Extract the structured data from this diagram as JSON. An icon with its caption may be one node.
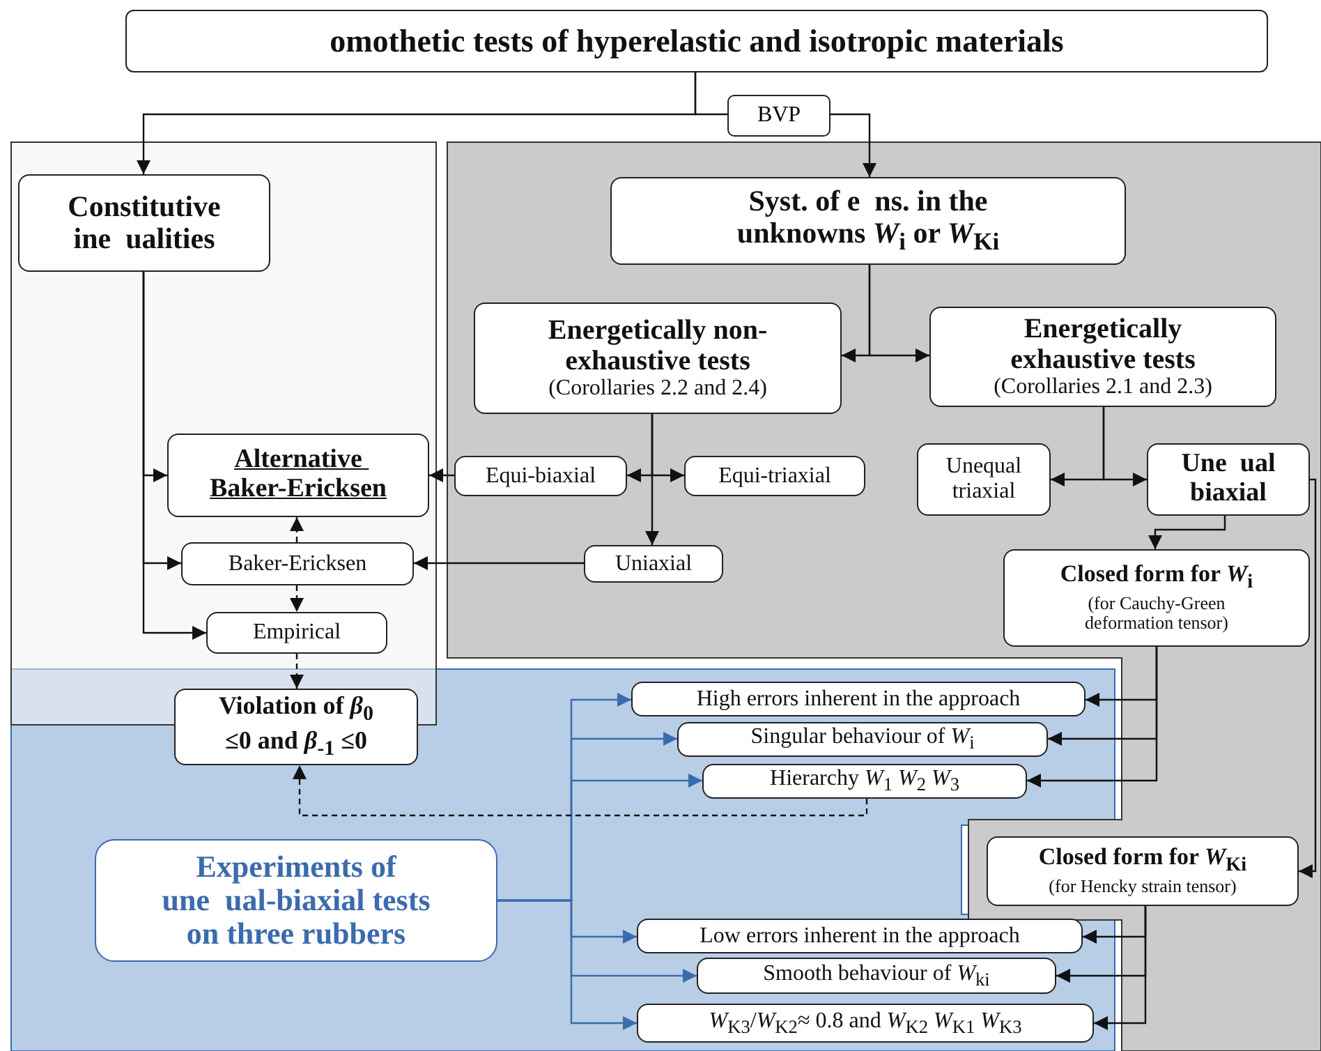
{
  "diagram": {
    "nodes": [
      {
        "text": [
          "omothetic tests of hyperelastic and isotropic materials"
        ]
      },
      {
        "text": [
          "Constitutive ine  ualities"
        ]
      },
      {
        "text": [
          "Syst. of e  ns. in the unknowns *W*$_{i}$ or *W*$_{Ki}$"
        ]
      },
      {
        "text": [
          "Energetically non-exhaustive tests",
          "(Corollaries 2.2 and 2.4)"
        ]
      },
      {
        "text": [
          "Energetically exhaustive tests",
          "(Corollaries 2.1 and 2.3)"
        ]
      },
      {
        "text": [
          "Alternative Baker-Ericksen"
        ]
      },
      {
        "text": [
          "Equi-biaxial"
        ]
      },
      {
        "text": [
          "Equi-triaxial"
        ]
      },
      {
        "text": [
          "Unequal triaxial"
        ]
      },
      {
        "text": [
          "Une  ual biaxial"
        ]
      },
      {
        "text": [
          "Baker-Ericksen"
        ]
      },
      {
        "text": [
          "Uniaxial"
        ]
      },
      {
        "text": [
          "Closed form for *W*$_{i}$",
          "(for Cauchy-Green deformation tensor)"
        ]
      },
      {
        "text": [
          "Empirical"
        ]
      },
      {
        "text": [
          "Violation of *β*$_{0}$ ≤0 and *β*$_{-1}$ ≤0"
        ]
      },
      {
        "text": [
          "High errors inherent in the approach"
        ]
      },
      {
        "text": [
          "Singular behaviour of *W*$_{i}$"
        ]
      },
      {
        "text": [
          "Hierarchy *W*$_{1}$ *W*$_{2}$ *W*$_{3}$"
        ]
      },
      {
        "text": [
          "Experiments of une  ual-biaxial tests on three rubbers"
        ]
      },
      {
        "text": [
          "Closed form for *W*$_{Ki}$",
          "(for Hencky strain tensor)"
        ]
      },
      {
        "text": [
          "Low errors inherent in the approach"
        ]
      },
      {
        "text": [
          "Smooth behaviour of *W*$_{ki}$"
        ]
      },
      {
        "text": [
          "*W*$_{K3}$/*W*$_{K2}$≈ 0.8 and *W*$_{K2}$ *W*$_{K1}$ *W*$_{K3}$"
        ]
      }
    ],
    "edges": [
      {
        "from": 0,
        "to": 1,
        "arrow": "to"
      },
      {
        "from": 0,
        "to": 2,
        "arrow": "to",
        "label": "BVP"
      },
      {
        "from": 2,
        "to": 3,
        "arrow": "to"
      },
      {
        "from": 2,
        "to": 4,
        "arrow": "to"
      },
      {
        "from": 1,
        "to": 5,
        "arrow": "to"
      },
      {
        "from": 1,
        "to": 10,
        "arrow": "to"
      },
      {
        "from": 1,
        "to": 13,
        "arrow": "to"
      },
      {
        "from": 3,
        "to": 6,
        "arrow": "to"
      },
      {
        "from": 3,
        "to": 7,
        "arrow": "to"
      },
      {
        "from": 3,
        "to": 11,
        "arrow": "to"
      },
      {
        "from": 6,
        "to": 5,
        "arrow": "to"
      },
      {
        "from": 11,
        "to": 10,
        "arrow": "to"
      },
      {
        "from": 4,
        "to": 8,
        "arrow": "to"
      },
      {
        "from": 4,
        "to": 9,
        "arrow": "to"
      },
      {
        "from": 9,
        "to": 12,
        "arrow": "to"
      },
      {
        "from": 10,
        "to": 5,
        "arrow": "to",
        "style": "dashed"
      },
      {
        "from": 10,
        "to": 13,
        "arrow": "to",
        "style": "dashed"
      },
      {
        "from": 13,
        "to": 14,
        "arrow": "to",
        "style": "dashed"
      },
      {
        "from": 12,
        "to": 15,
        "arrow": "to"
      },
      {
        "from": 12,
        "to": 16,
        "arrow": "to"
      },
      {
        "from": 12,
        "to": 17,
        "arrow": "to"
      },
      {
        "from": 18,
        "to": 15,
        "arrow": "to",
        "color": "#3b6bae"
      },
      {
        "from": 18,
        "to": 16,
        "arrow": "to",
        "color": "#3b6bae"
      },
      {
        "from": 18,
        "to": 17,
        "arrow": "to",
        "color": "#3b6bae"
      },
      {
        "from": 18,
        "to": 20,
        "arrow": "to",
        "color": "#3b6bae"
      },
      {
        "from": 18,
        "to": 21,
        "arrow": "to",
        "color": "#3b6bae"
      },
      {
        "from": 18,
        "to": 22,
        "arrow": "to",
        "color": "#3b6bae"
      },
      {
        "from": 17,
        "to": 14,
        "arrow": "to",
        "style": "dashed"
      },
      {
        "from": 19,
        "to": 20,
        "arrow": "to"
      },
      {
        "from": 19,
        "to": 21,
        "arrow": "to"
      },
      {
        "from": 19,
        "to": 22,
        "arrow": "to"
      },
      {
        "from": 9,
        "to": 19,
        "arrow": "to"
      }
    ]
  }
}
